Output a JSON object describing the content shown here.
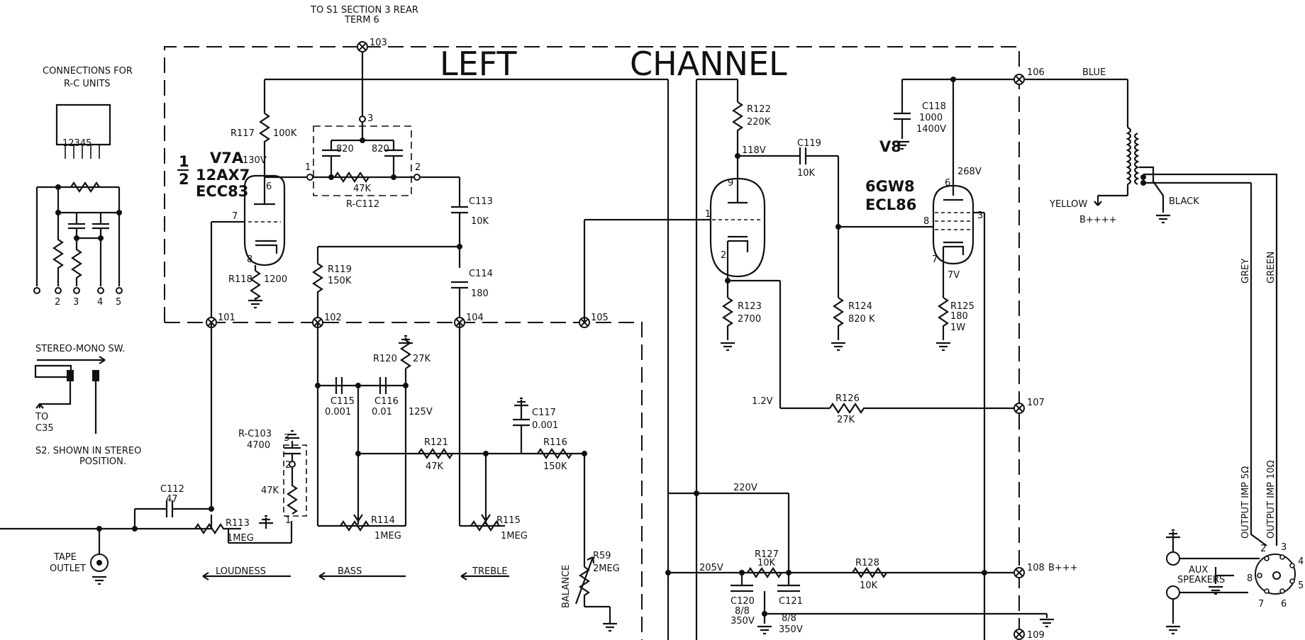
{
  "header": {
    "title_left": "LEFT",
    "title_right": "CHANNEL",
    "to_s1_line1": "TO S1  SECTION 3  REAR",
    "to_s1_line2": "TERM 6"
  },
  "rc_inset": {
    "title_line1": "CONNECTIONS FOR",
    "title_line2": "R-C UNITS",
    "pin_numbers": "12345",
    "pins": [
      "2",
      "3",
      "4",
      "5"
    ]
  },
  "stereo_switch": {
    "title": "STEREO-MONO SW.",
    "to_label": "TO",
    "to_target": "C35",
    "note_line1": "S2. SHOWN IN STEREO",
    "note_line2": "POSITION."
  },
  "tubes": {
    "v7a": {
      "half": "1",
      "half_den": "2",
      "name": "V7A",
      "type1": "12AX7",
      "type2": "ECC83",
      "plate_v": "130V"
    },
    "v8": {
      "name": "V8",
      "type1": "6GW8",
      "type2": "ECL86",
      "plate_v": "268V",
      "cathode_v": "7V"
    }
  },
  "pins": {
    "v7a_plate": "6",
    "v7a_grid": "7",
    "v7a_cath": "8",
    "v8t_plate": "9",
    "v8t_grid": "1",
    "v8t_cath": "2",
    "v8p_plate": "6",
    "v8p_grid": "8",
    "v8p_cath": "7",
    "v8p_screen": "3",
    "rc112_1": "1",
    "rc112_2": "2",
    "rc112_3": "3",
    "rc103_1": "1",
    "rc103_2": "2",
    "rc103_3": "3",
    "socket": [
      "2",
      "3",
      "4",
      "5",
      "6",
      "7",
      "8"
    ]
  },
  "terminals": [
    "101",
    "102",
    "103",
    "104",
    "105",
    "106",
    "107",
    "108",
    "109"
  ],
  "components": {
    "r117": {
      "ref": "R117",
      "val": "100K"
    },
    "r118": {
      "ref": "R118",
      "val": "1200"
    },
    "r119": {
      "ref": "R119",
      "val": "150K"
    },
    "r120": {
      "ref": "R120",
      "val": "27K"
    },
    "r121": {
      "ref": "R121",
      "val": "47K"
    },
    "r116": {
      "ref": "R116",
      "val": "150K"
    },
    "r113": {
      "ref": "R113",
      "val": "1MEG"
    },
    "r114": {
      "ref": "R114",
      "val": "1MEG"
    },
    "r115": {
      "ref": "R115",
      "val": "1MEG"
    },
    "r59": {
      "ref": "R59",
      "val": "2MEG"
    },
    "r122": {
      "ref": "R122",
      "val": "220K"
    },
    "r123": {
      "ref": "R123",
      "val": "2700"
    },
    "r124": {
      "ref": "R124",
      "val": "820 K"
    },
    "r125": {
      "ref": "R125",
      "val1": "180",
      "val2": "1W"
    },
    "r126": {
      "ref": "R126",
      "val": "27K"
    },
    "r127": {
      "ref": "R127",
      "val": "10K"
    },
    "r128": {
      "ref": "R128",
      "val": "10K"
    },
    "c112": {
      "ref": "C112",
      "val": "47"
    },
    "c113": {
      "ref": "C113",
      "val": "10K"
    },
    "c114": {
      "ref": "C114",
      "val": "180"
    },
    "c115": {
      "ref": "C115",
      "val": "0.001"
    },
    "c116": {
      "ref": "C116",
      "val": "0.01"
    },
    "c117": {
      "ref": "C117",
      "val": "0.001"
    },
    "c118": {
      "ref": "C118",
      "val1": "1000",
      "val2": "1400V"
    },
    "c119": {
      "ref": "C119",
      "val": "10K"
    },
    "c120": {
      "ref": "C120",
      "val1": "8/8",
      "val2": "350V"
    },
    "c121": {
      "ref": "C121",
      "val1": "8/8",
      "val2": "350V"
    },
    "rc112": {
      "ref": "R-C112",
      "c1": "820",
      "c2": "820",
      "r": "47K"
    },
    "rc103": {
      "ref": "R-C103",
      "c": "4700",
      "r": "47K"
    }
  },
  "voltages": {
    "v125": "125V",
    "v12": "1.2V",
    "v118": "118V",
    "v220": "220V",
    "v205": "205V"
  },
  "controls": {
    "loudness": "LOUDNESS",
    "bass": "BASS",
    "treble": "TREBLE",
    "balance": "BALANCE"
  },
  "outputs": {
    "tape_line1": "TAPE",
    "tape_line2": "OUTLET",
    "aux_line1": "AUX",
    "aux_line2": "SPEAKERS",
    "blue": "BLUE",
    "yellow": "YELLOW",
    "black": "BLACK",
    "b4": "B++++",
    "b3": "B+++",
    "grey": "GREY",
    "green": "GREEN",
    "imp5": "OUTPUT IMP 5Ω",
    "imp10": "OUTPUT IMP 10Ω"
  }
}
